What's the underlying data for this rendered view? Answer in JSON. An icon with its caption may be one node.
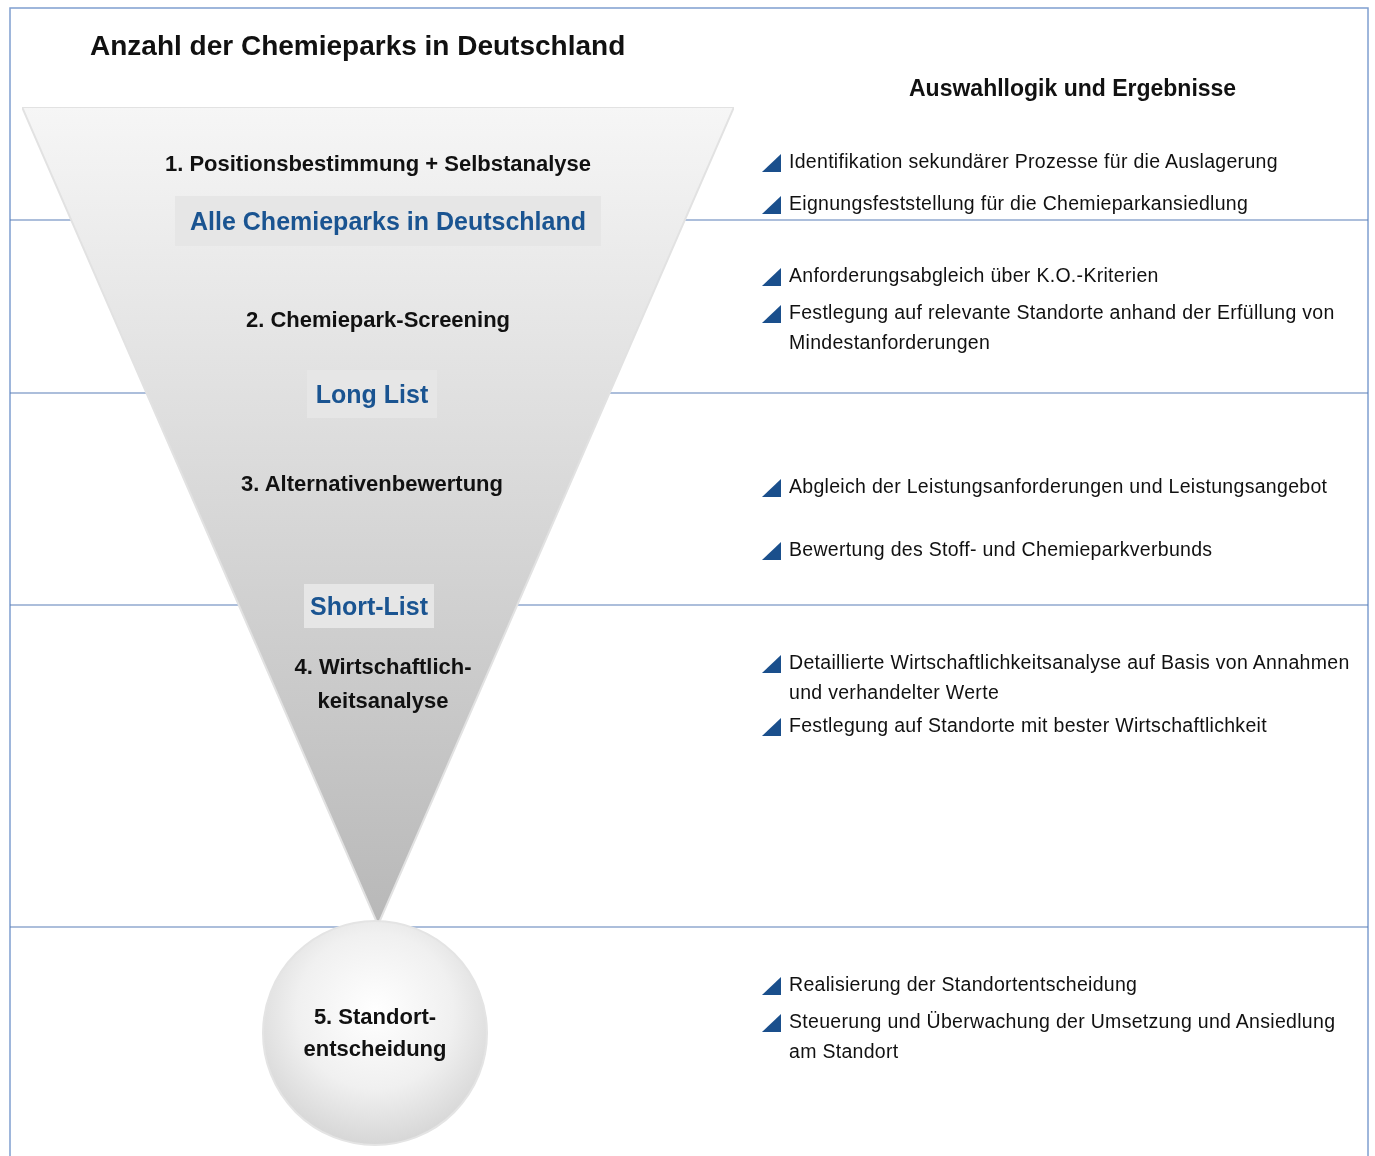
{
  "diagram": {
    "title": "Anzahl der Chemieparks in Deutschland",
    "nodes": [
      {
        "text": [
          "1. Positionsbestimmung + Selbstanalyse",
          "2. Chemiepark-Screening",
          "3. Alternativenbewertung",
          "4. Wirtschaftlich- keitsanalyse"
        ]
      },
      {
        "text": [
          "Alle Chemieparks in Deutschland"
        ],
        "in": 0
      },
      {
        "text": [
          "Long List"
        ],
        "in": 0
      },
      {
        "text": [
          "Short-List"
        ],
        "in": 0
      },
      {
        "text": [
          "5. Standort- entscheidung"
        ]
      }
    ],
    "edges": [],
    "labels": [
      "Auswahllogik und Ergebnisse",
      "Identifikation sekundärer Prozesse für die Auslagerung",
      "Eignungsfeststellung für die Chemieparkansiedlung",
      "Anforderungsabgleich über K.O.-Kriterien",
      "Festlegung auf relevante Standorte anhand der Erfüllung von Mindestanforderungen",
      "Abgleich der Leistungsanforderungen und Leistungsangebot",
      "Bewertung des Stoff- und Chemieparkverbunds",
      "Detaillierte Wirtschaftlichkeitsanalyse auf Basis von Annahmen und verhandelter Werte",
      "Festlegung auf Standorte mit bester Wirtschaftlichkeit",
      "Realisierung der Standortentscheidung",
      "Steuerung und Überwachung der Umsetzung und Ansiedlung am Standort"
    ]
  }
}
